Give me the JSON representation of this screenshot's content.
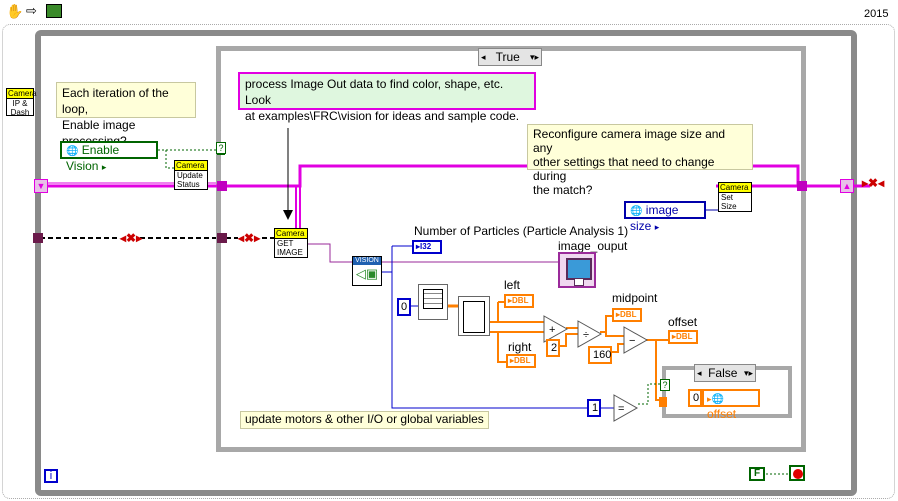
{
  "toolbar": {
    "year": "2015"
  },
  "camera_ip_dash": {
    "hdr": "Camera",
    "line1": "IP &",
    "line2": "Dash"
  },
  "note_each_iteration": {
    "line1": "Each iteration of the loop,",
    "line2": "Enable image processing?"
  },
  "note_process": {
    "line1": "process Image Out data to find color, shape, etc.  Look",
    "line2": "at examples\\FRC\\vision for ideas and sample code."
  },
  "note_reconfigure": {
    "line1": "Reconfigure camera image size and any",
    "line2": "other settings that need to change during",
    "line3": "the match?"
  },
  "note_update_motors": "update motors & other I/O or global variables",
  "enable_vision": "Enable Vision",
  "camera_update_status": {
    "hdr": "Camera",
    "line1": "Update",
    "line2": "Status"
  },
  "camera_get_image": {
    "hdr": "Camera",
    "line1": "GET",
    "line2": "IMAGE"
  },
  "camera_set_size": {
    "hdr": "Camera",
    "line1": "Set",
    "line2": "Size"
  },
  "image_size": "image size",
  "case_true": "True",
  "case_false": "False",
  "vision_block": "VISION",
  "num_particles_label": "Number of Particles (Particle Analysis 1)",
  "i32": "I32",
  "image_output_label": "image_ouput",
  "left_label": "left",
  "right_label": "right",
  "midpoint_label": "midpoint",
  "offset_label": "offset",
  "dbl": "DBL",
  "const_0": "0",
  "const_2": "2",
  "const_160": "160",
  "const_1": "1",
  "const_0_false": "0",
  "offset_local": "offset",
  "loop_i": "i",
  "stop_const": "F",
  "question": "?",
  "colors": {
    "pink_wire": "#e100e1",
    "orange_wire": "#ff7f00",
    "blue_wire": "#0000cc",
    "loop_border": "#8a8a8a",
    "green": "#006400"
  }
}
